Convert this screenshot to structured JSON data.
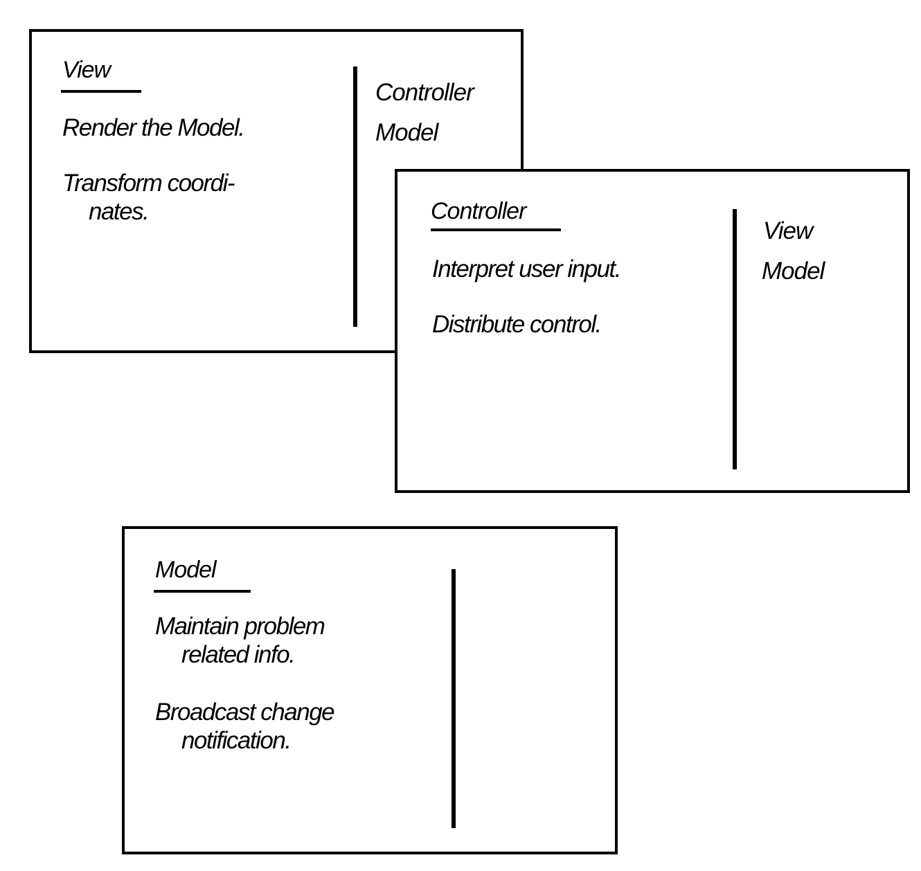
{
  "cards": {
    "view": {
      "title": "View",
      "responsibilities": [
        {
          "line1": "Render the Model.",
          "line2": ""
        },
        {
          "line1": "Transform coordi-",
          "line2": "nates."
        }
      ],
      "collaborators": [
        "Controller",
        "Model"
      ]
    },
    "controller": {
      "title": "Controller",
      "responsibilities": [
        {
          "line1": "Interpret user input.",
          "line2": ""
        },
        {
          "line1": "Distribute control.",
          "line2": ""
        }
      ],
      "collaborators": [
        "View",
        "Model"
      ]
    },
    "model": {
      "title": "Model",
      "responsibilities": [
        {
          "line1": "Maintain problem",
          "line2": "related info."
        },
        {
          "line1": "Broadcast change",
          "line2": "notification."
        }
      ],
      "collaborators": []
    }
  }
}
